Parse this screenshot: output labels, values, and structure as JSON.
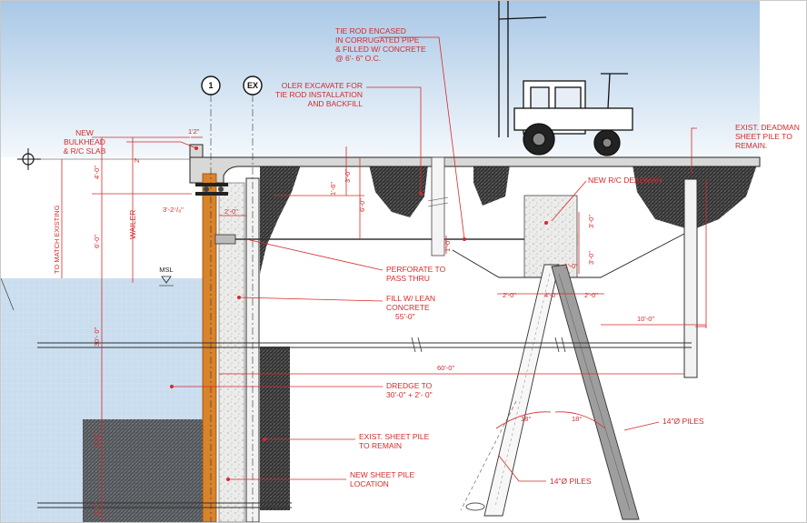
{
  "grid_bubbles": [
    "1",
    "EX"
  ],
  "callouts": {
    "tie_rod": [
      "TIE ROD ENCASED",
      "IN CORRUGATED PIPE",
      "& FILLED W/ CONCRETE",
      "@ 6'- 6\" O.C."
    ],
    "excavate": [
      "OLER EXCAVATE FOR",
      "TIE ROD INSTALLATION",
      "AND BACKFILL"
    ],
    "deadman_exist": [
      "EXIST. DEADMAN",
      "SHEET PILE TO",
      "REMAIN."
    ],
    "new_bulkhead": [
      "NEW",
      "BULKHEAD",
      "& R/C SLAB"
    ],
    "new_deadman": "NEW R/C DEADMAN",
    "match_existing": "TO MATCH EXISTING",
    "wailer": "WAILER",
    "msl": "MSL",
    "perforate": [
      "PERFORATE TO",
      "PASS THRU"
    ],
    "fill": [
      "FILL W/ LEAN",
      "CONCRETE",
      "55'-0\""
    ],
    "dredge": [
      "DREDGE TO",
      "30'-0\" + 2'- 0\""
    ],
    "exist_sheet_pile": [
      "EXIST. SHEET PILE",
      "TO REMAIN"
    ],
    "new_sheet_pile": [
      "NEW SHEET PILE",
      "LOCATION"
    ],
    "piles_right": "14\"Ø PILES",
    "piles_left": "14\"Ø PILES"
  },
  "dimensions": {
    "d_1_2": "1'2\"",
    "d_2": "2'",
    "d_4": "4'-0\"",
    "d_6a": "6'-0\"",
    "d_30": "30'- 0\"",
    "d_4b": "4'-0\"",
    "d_0": "0'-0\"",
    "d_3_2": "3'-2⁷/₈\"",
    "d_2_0a": "2'-0\"",
    "d_1_6": "1'-6\"",
    "d_3_0a": "3'-0\"",
    "d_6b": "6'-0\"",
    "d_1_0": "1'-0\"",
    "d_3_0b": "3'-0\"",
    "d_3_0c": "3'-0\"",
    "d_1_0b": "1'-0\"",
    "d_2_0b": "2'-0\"",
    "d_4_0c": "4'-0\"",
    "d_2_0c": "2'-0\"",
    "d_10": "10'-0\"",
    "d_60": "60'-0\"",
    "d_18a": "18°",
    "d_18b": "18°"
  },
  "colors": {
    "sky_top": "#a9c8e6",
    "water": "#c7dcef",
    "accent_red": "#d42a2a",
    "timber": "#d9832a",
    "concrete": "#e9e9e6",
    "soil": "#3a3a3a"
  }
}
